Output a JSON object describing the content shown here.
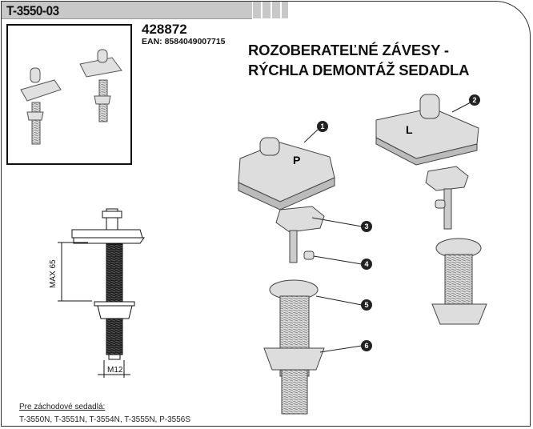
{
  "header": {
    "product_code": "T-3550-03"
  },
  "product": {
    "number": "428872",
    "ean": "EAN: 8584049007715"
  },
  "title": {
    "line1": "ROZOBERATEĽNÉ ZÁVESY -",
    "line2": "RÝCHLA DEMONTÁŽ SEDADLA"
  },
  "drawing": {
    "max_label": "MAX 65",
    "thread_label": "M12"
  },
  "parts": {
    "left_hinge": "P",
    "right_hinge": "L",
    "callouts": [
      "1",
      "2",
      "3",
      "4",
      "5",
      "6"
    ]
  },
  "compatibility": {
    "label": "Pre záchodové sedadlá:",
    "models": "T-3550N, T-3551N, T-3554N, T-3555N, P-3556S"
  }
}
